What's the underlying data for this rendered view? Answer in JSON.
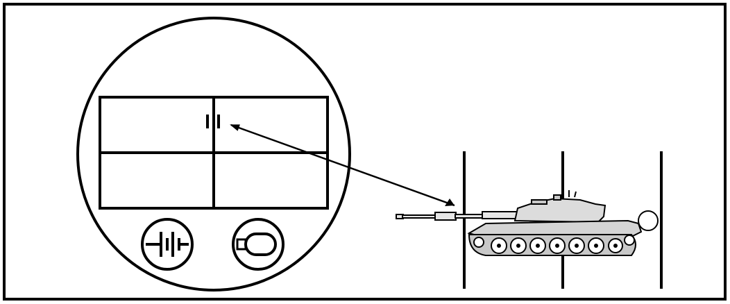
{
  "colors": {
    "ink": "#000000",
    "background": "#ffffff",
    "tank_fill": "#e6e6e6",
    "tank_shade": "#c8c8c8"
  },
  "sight": {
    "reticle_mark": "two-vertical-ticks",
    "icons": [
      "battery-icon",
      "lamp-icon"
    ]
  },
  "scene": {
    "target_posts": 3,
    "subject": "tank"
  }
}
